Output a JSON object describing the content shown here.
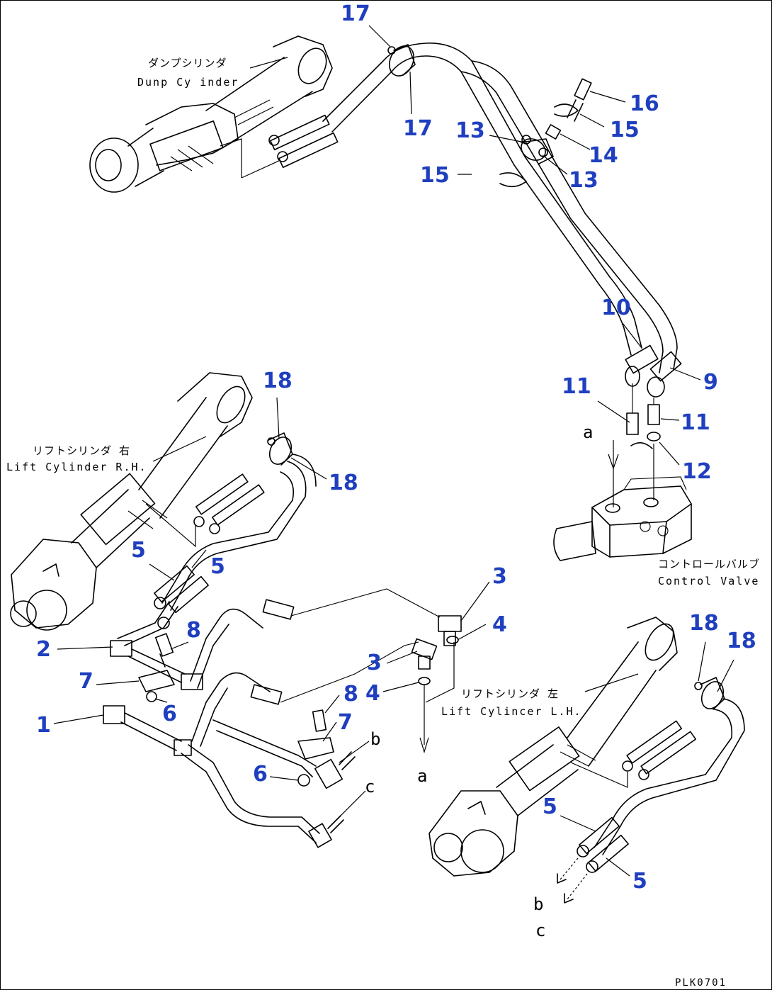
{
  "drawing": {
    "figure_number": "PLK0701",
    "labels": {
      "dump_cylinder_jp": "ダンプシリンダ",
      "dump_cylinder_en": "Dunp Cy inder",
      "lift_cylinder_rh_jp": "リフトシリンダ 右",
      "lift_cylinder_rh_en": "Lift Cylinder R.H.",
      "lift_cylinder_lh_jp": "リフトシリンダ 左",
      "lift_cylinder_lh_en": "Lift Cylincer L.H.",
      "control_valve_jp": "コントロールバルブ",
      "control_valve_en": "Control Valve"
    },
    "callouts": {
      "c17a": "17",
      "c17b": "17",
      "c16": "16",
      "c15a": "15",
      "c15b": "15",
      "c14": "14",
      "c13a": "13",
      "c13b": "13",
      "c10": "10",
      "c9": "9",
      "c11a": "11",
      "c11b": "11",
      "c12": "12",
      "c18a": "18",
      "c18b": "18",
      "c18c": "18",
      "c18d": "18",
      "c5a": "5",
      "c5b": "5",
      "c5c": "5",
      "c5d": "5",
      "c3a": "3",
      "c3b": "3",
      "c4a": "4",
      "c4b": "4",
      "c2": "2",
      "c8a": "8",
      "c8b": "8",
      "c7a": "7",
      "c7b": "7",
      "c6a": "6",
      "c6b": "6",
      "c1": "1"
    },
    "connection_letters": {
      "a_top": "a",
      "a_bottom": "a",
      "b_left": "b",
      "b_right": "b",
      "c_left": "c",
      "c_right": "c"
    }
  }
}
